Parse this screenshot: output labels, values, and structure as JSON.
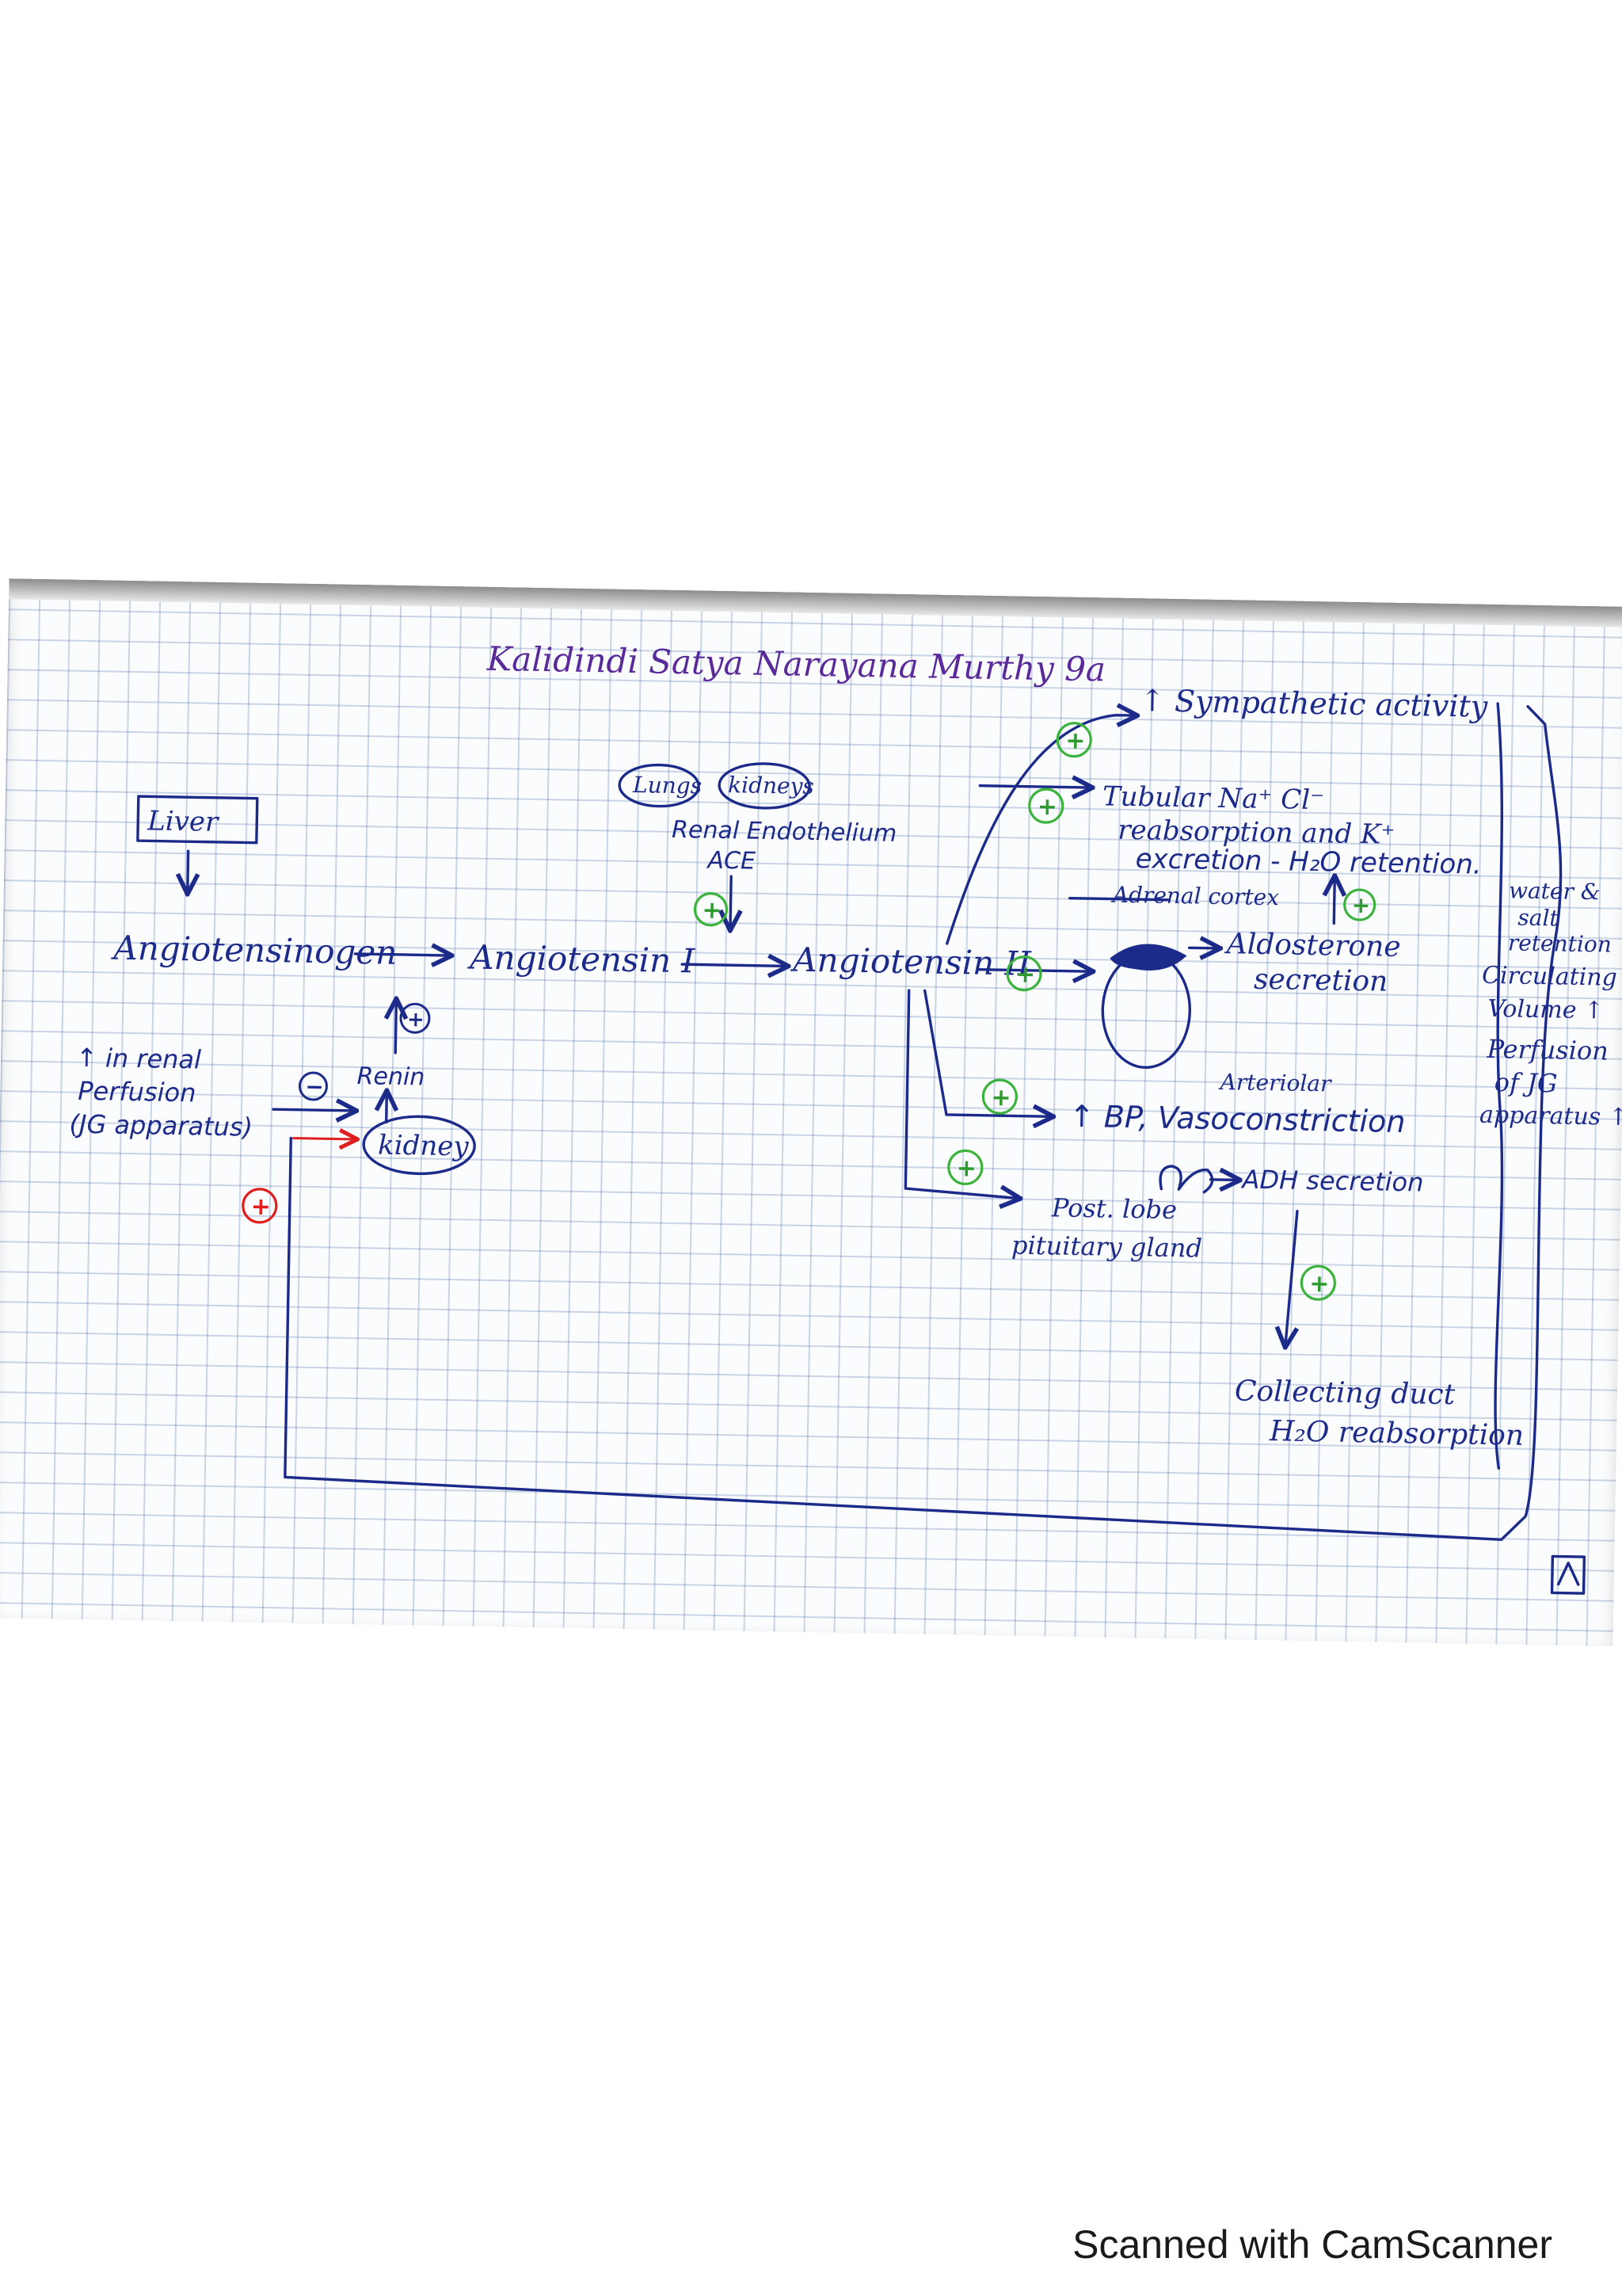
{
  "author": "Kalidindi Satya Narayana Murthy 9a",
  "nodes": {
    "liver": "Liver",
    "angiotensinogen": "Angiotensinogen",
    "angiotensin1": "Angiotensin I",
    "angiotensin2": "Angiotensin II",
    "lungs": "Lungs",
    "kidneys": "kidneys",
    "renal_endothelium": "Renal Endothelium",
    "ace": "ACE",
    "renin": "Renin",
    "kidney": "kidney",
    "renal_perfusion_1": "↑ in renal",
    "renal_perfusion_2": "Perfusion",
    "renal_perfusion_3": "(JG apparatus)",
    "sympathetic": "↑ Sympathetic activity",
    "tubular_1": "Tubular Na⁺ Cl⁻",
    "tubular_2": "reabsorption and K⁺",
    "tubular_3": "excretion - H₂O retention.",
    "adrenal_cortex": "Adrenal cortex",
    "aldosterone_1": "Aldosterone",
    "aldosterone_2": "secretion",
    "arteriolar": "Arteriolar",
    "bp": "↑ BP, Vasoconstriction",
    "adh": "ADH secretion",
    "pituitary_1": "Post. lobe",
    "pituitary_2": "pituitary gland",
    "collecting_1": "Collecting duct",
    "collecting_2": "H₂O reabsorption",
    "water_1": "water &",
    "water_2": "salt",
    "water_3": "retention",
    "water_4": "Circulating",
    "water_5": "Volume ↑",
    "water_6": "Perfusion",
    "water_7": "of JG",
    "water_8": "apparatus ↑"
  },
  "signs": {
    "plus": "+",
    "minus": "−"
  },
  "colors": {
    "ink": "#1c2a8a",
    "author": "#5a2a9a",
    "stimulate": "#3cb33c",
    "inhibit": "#e01e1e"
  },
  "footer": "Scanned with CamScanner"
}
